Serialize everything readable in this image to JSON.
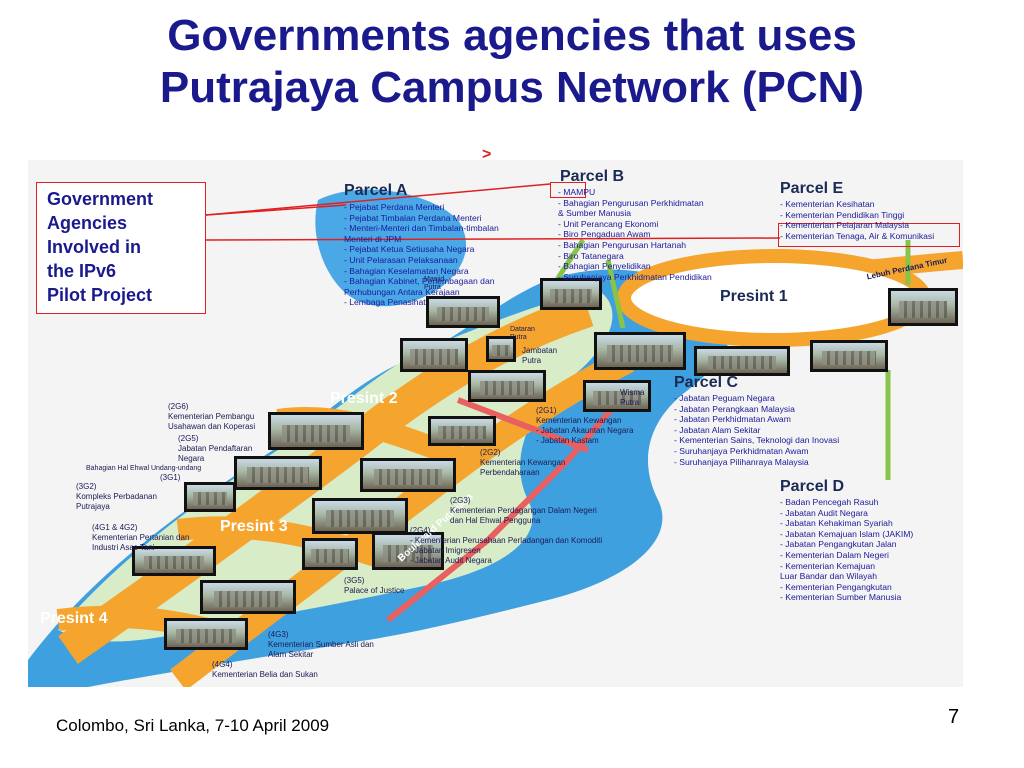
{
  "slide": {
    "title_line1": "Governments agencies that uses",
    "title_line2": "Putrajaya Campus Network (PCN)",
    "footer": "Colombo, Sri Lanka, 7-10 April 2009",
    "page_number": "7"
  },
  "callout": {
    "lines": [
      "Government",
      "Agencies",
      "Involved in",
      "the IPv6",
      "Pilot Project"
    ]
  },
  "colors": {
    "title": "#1a1a8c",
    "callout_border": "#e02020",
    "road": "#f5a52e",
    "water": "#3fa0e0",
    "arrow_green": "#88c34a"
  },
  "map": {
    "parcel_a": {
      "title": "Parcel A",
      "items": [
        "- Pejabat Perdana Menteri",
        "- Pejabat Timbalan Perdana Menteri",
        "- Menteri-Menteri dan Timbalan-timbalan",
        "  Menteri di JPM",
        "- Pejabat Ketua Setiusaha Negara",
        "- Unit Pelarasan Pelaksanaan",
        "- Bahagian Keselamatan Negara",
        "- Bahagian Kabinet, Perlembagaan dan",
        "  Perhubungan Antara Kerajaan",
        "- Lembaga Penasihat"
      ]
    },
    "parcel_b": {
      "title": "Parcel B",
      "items": [
        "- MAMPU",
        "- Bahagian Pengurusan Perkhidmatan",
        "  & Sumber Manusia",
        "- Unit Perancang Ekonomi",
        "- Biro Pengaduan Awam",
        "- Bahagian Pengurusan Hartanah",
        "- Biro Tatanegara",
        "- Bahagian Penyelidikan",
        "- Suruhanjaya Perkhidmatan Pendidikan"
      ]
    },
    "parcel_c": {
      "title": "Parcel C",
      "items": [
        "- Jabatan Peguam Negara",
        "- Jabatan Perangkaan Malaysia",
        "- Jabatan Perkhidmatan Awam",
        "- Jabatan Alam Sekitar",
        "- Kementerian Sains, Teknologi dan Inovasi",
        "- Suruhanjaya Perkhidmatan Awam",
        "- Suruhanjaya Pilihanraya Malaysia"
      ]
    },
    "parcel_d": {
      "title": "Parcel D",
      "items": [
        "- Badan Pencegah Rasuh",
        "- Jabatan Audit Negara",
        "- Jabatan Kehakiman Syariah",
        "- Jabatan Kemajuan Islam (JAKIM)",
        "- Jabatan Pengangkutan Jalan",
        "- Kementerian Dalam Negeri",
        "- Kementerian Kemajuan",
        "  Luar Bandar dan Wilayah",
        "- Kementerian Pengangkutan",
        "- Kementerian Sumber Manusia"
      ]
    },
    "parcel_e": {
      "title": "Parcel E",
      "items": [
        "- Kementerian Kesihatan",
        "- Kementerian Pendidikan Tinggi",
        "- Kementerian Pelajaran Malaysia",
        "- Kementerian Tenaga, Air & Komunikasi"
      ]
    },
    "presints": {
      "p1": "Presint 1",
      "p2": "Presint 2",
      "p3": "Presint 3",
      "p4": "Presint 4"
    },
    "roads": {
      "boulevard": "Boulevard Putrajaya",
      "lebuh": "Lebuh Perdana Timur"
    },
    "places": {
      "masjid": [
        "Masjid",
        "Putra"
      ],
      "dataran": [
        "Dataran",
        "Putra"
      ],
      "jambatan": [
        "Jambatan",
        "Putra"
      ],
      "wisma": [
        "Wisma",
        "Putra"
      ]
    },
    "zones": {
      "g6": [
        "(2G6)",
        "Kementerian Pembangu",
        "Usahawan dan Koperasi"
      ],
      "g5": [
        "(2G5)",
        "Jabatan Pendaftaran",
        "Negara"
      ],
      "hal_ehwal": [
        "Bahagian Hal Ehwal Undang-undang"
      ],
      "g1_3": [
        "(3G1)"
      ],
      "g2_3": [
        "(3G2)",
        "Kompleks Perbadanan",
        "Putrajaya"
      ],
      "g12_4": [
        "(4G1 & 4G2)",
        "Kementerian Pertanian dan",
        "Industri Asas Tani"
      ],
      "g1_2": [
        "(2G1)",
        "Kementerian Kewangan",
        "- Jabatan Akauntan Negara",
        "- Jabatan Kastam"
      ],
      "g2_2": [
        "(2G2)",
        "Kementerian Kewangan",
        "Perbendaharaan"
      ],
      "g3_2": [
        "(2G3)",
        "Kementerian Perdagangan Dalam Negeri",
        "dan Hal Ehwal Pengguna"
      ],
      "g4_2": [
        "(2G4)",
        "- Kementerian Perusahaan Perladangan dan Komoditi",
        "- Jabatan Imigresen",
        "- Jabatan Audit Negara"
      ],
      "g5_3": [
        "(3G5)",
        "Palace of Justice"
      ],
      "g3_4": [
        "(4G3)",
        "Kementerian Sumber Asli dan",
        "Alam Sekitar"
      ],
      "g4_4": [
        "(4G4)",
        "Kementerian Belia dan Sukan"
      ]
    }
  }
}
